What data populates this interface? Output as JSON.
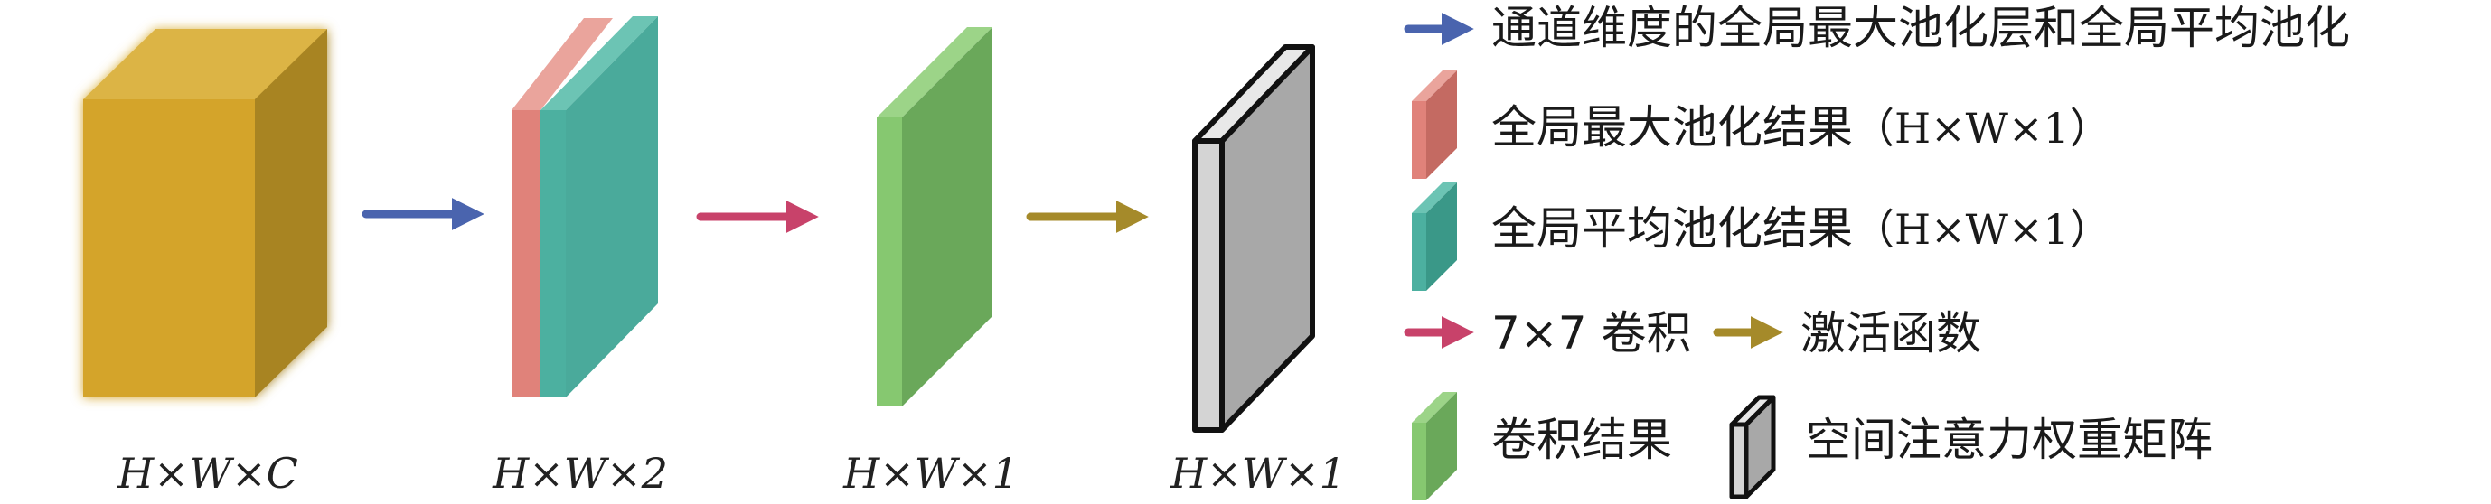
{
  "colors": {
    "channel_pool_arrow": "#4a64ae",
    "conv_arrow": "#c8426a",
    "activation_arrow": "#a58a2a",
    "input_block": "#d4a42c",
    "max_pool_layer": "#e0827a",
    "avg_pool_layer": "#4aaa9b",
    "conv_result": "#6aa85a",
    "attention_matrix": "#a8a8a8",
    "attention_outline": "#111111"
  },
  "blocks": {
    "input": {
      "dim_label": "H×W×C"
    },
    "pooled": {
      "dim_label": "H×W×2"
    },
    "conv": {
      "dim_label": "H×W×1"
    },
    "attention": {
      "dim_label": "H×W×1"
    }
  },
  "legend": {
    "channel_pooling": "通道维度的全局最大池化层和全局平均池化",
    "max_pool_result": "全局最大池化结果",
    "max_pool_result_dims": "（H×W×1）",
    "avg_pool_result": "全局平均池化结果",
    "avg_pool_result_dims": "（H×W×1）",
    "conv_7x7": "7×7 卷积",
    "activation": "激活函数",
    "conv_result": "卷积结果",
    "attention_matrix": "空间注意力权重矩阵"
  }
}
